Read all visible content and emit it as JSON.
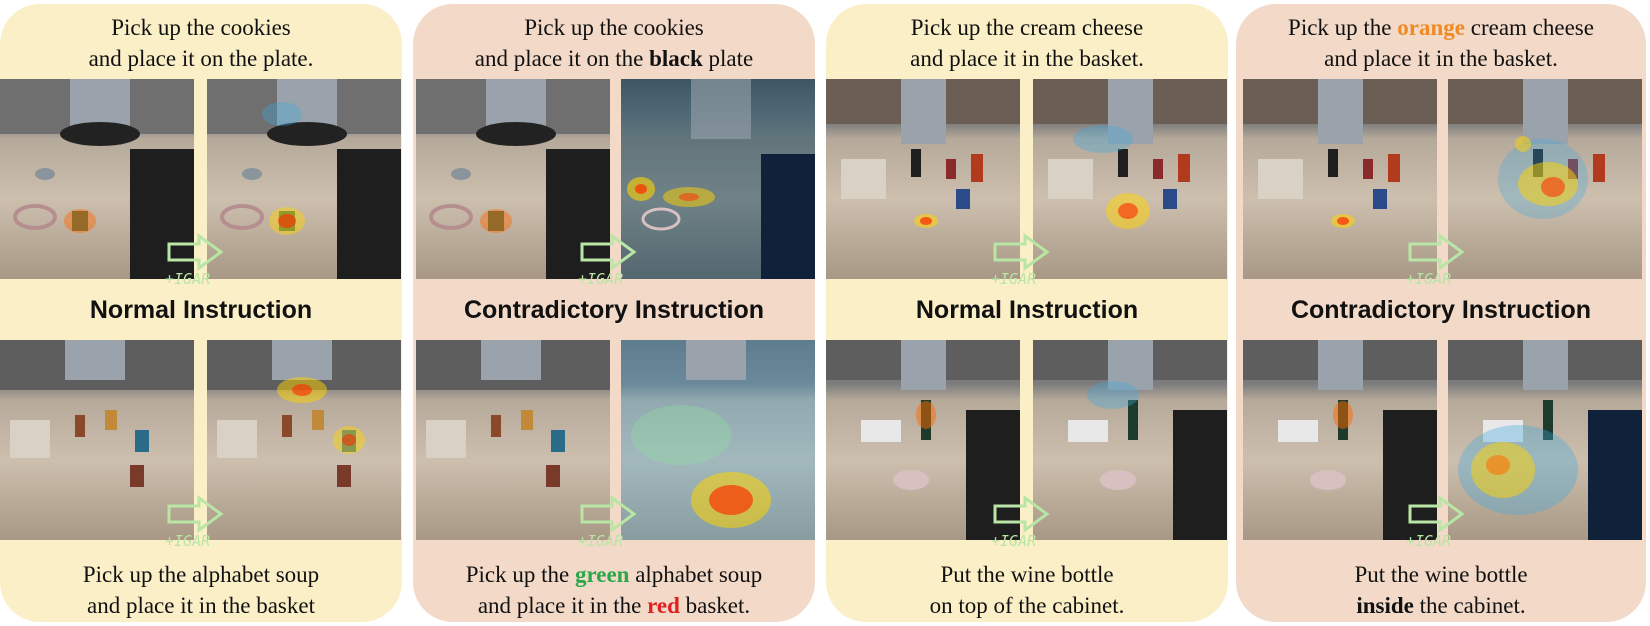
{
  "panels": [
    {
      "id": "p1",
      "top_lines": [
        [
          {
            "t": "Pick up the cookies"
          }
        ],
        [
          {
            "t": "and place it on the plate."
          }
        ]
      ],
      "heading": "Normal Instruction",
      "bottom_lines": [
        [
          {
            "t": "Pick up the alphabet soup"
          }
        ],
        [
          {
            "t": "and place it in the basket"
          }
        ]
      ]
    },
    {
      "id": "p2",
      "top_lines": [
        [
          {
            "t": "Pick up the cookies"
          }
        ],
        [
          {
            "t": "and place it on the "
          },
          {
            "t": "black",
            "b": true
          },
          {
            "t": " plate"
          }
        ]
      ],
      "heading": "Contradictory Instruction",
      "bottom_lines": [
        [
          {
            "t": "Pick up the "
          },
          {
            "t": "green",
            "b": true,
            "c": "#2aa84a"
          },
          {
            "t": " alphabet soup"
          }
        ],
        [
          {
            "t": "and place it in the "
          },
          {
            "t": "red",
            "b": true,
            "c": "#e02020"
          },
          {
            "t": " basket."
          }
        ]
      ]
    },
    {
      "id": "p3",
      "top_lines": [
        [
          {
            "t": "Pick up the cream cheese"
          }
        ],
        [
          {
            "t": "and place it in the basket."
          }
        ]
      ],
      "heading": "Normal Instruction",
      "bottom_lines": [
        [
          {
            "t": "Put the wine bottle"
          }
        ],
        [
          {
            "t": "on top of the cabinet."
          }
        ]
      ]
    },
    {
      "id": "p4",
      "top_lines": [
        [
          {
            "t": "Pick up the "
          },
          {
            "t": "orange",
            "b": true,
            "c": "#f08a24"
          },
          {
            "t": " cream cheese"
          }
        ],
        [
          {
            "t": "and place it in the basket."
          }
        ]
      ],
      "heading": "Contradictory Instruction",
      "bottom_lines": [
        [
          {
            "t": "Put the wine bottle"
          }
        ],
        [
          {
            "t": "inside",
            "b": true
          },
          {
            "t": " the cabinet."
          }
        ]
      ]
    }
  ],
  "igar_label": "+IGAR",
  "colors": {
    "panel_yellow": "#fbefc7",
    "panel_peach": "#f3d9c8",
    "arrow_green": "#b9e5a5"
  }
}
